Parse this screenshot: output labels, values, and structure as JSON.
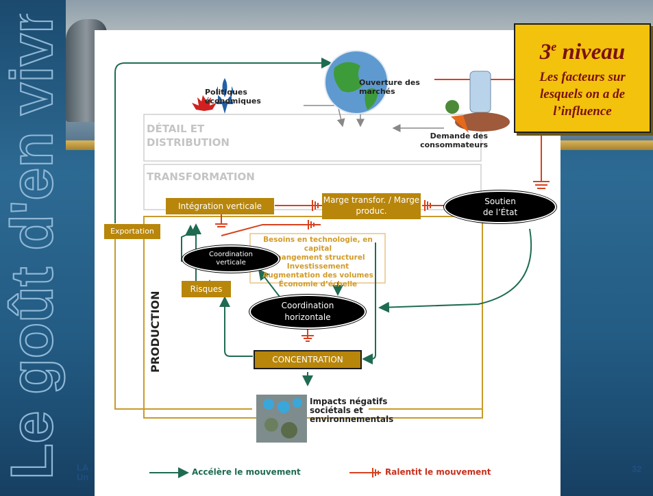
{
  "side_title": "Le goût d'en vivre",
  "callout": {
    "heading_main": "3",
    "heading_sup": "e",
    "heading_rest": " niveau",
    "body": "Les facteurs sur lesquels on a de l’influence"
  },
  "diagram": {
    "politiques": "Politiques économiques",
    "ouverture": "Ouverture des marchés",
    "demande": "Demande des consommateurs",
    "detail": "DÉTAIL ET DISTRIBUTION",
    "transformation": "TRANSFORMATION",
    "integration": "Intégration verticale",
    "marge": "Marge transfor. / Marge produc.",
    "soutien": "Soutien de l’État",
    "exportation": "Exportation",
    "coord_verticale": "Coordination verticale",
    "needs": [
      "Besoins en technologie, en capital",
      "Changement structurel",
      "Investissement",
      "Augmentation des volumes",
      "Économie d’échelle"
    ],
    "risques": "Risques",
    "production": "PRODUCTION",
    "coord_horizontale": "Coordination horizontale",
    "concentration": "CONCENTRATION",
    "impacts": "Impacts négatifs sociétals et environnementals",
    "legend_accelere": "Accélère le mouvement",
    "legend_ralentit": "Ralentit le mouvement"
  },
  "footer": {
    "left_line1": "LA",
    "left_line2": "Un",
    "page_number": "32"
  },
  "colors": {
    "accelerate": "#1e6b52",
    "slow": "#d8401c",
    "gold_box": "#b8860b",
    "callout_bg": "#f2c20c",
    "callout_text": "#7a1010"
  }
}
